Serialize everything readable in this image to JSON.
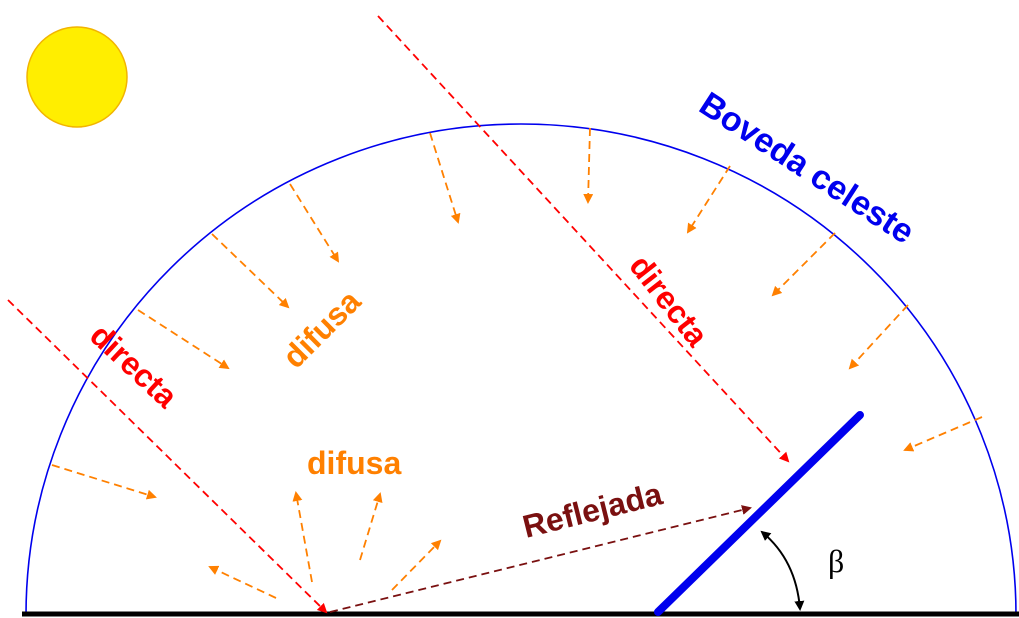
{
  "labels": {
    "dome": "Boveda celeste",
    "direct_upper": "directa",
    "direct_left": "directa",
    "diffuse_upper": "difusa",
    "diffuse_lower": "difusa",
    "reflected": "Reflejada",
    "angle": "β"
  },
  "colors": {
    "sun_fill": "#ffee00",
    "sun_stroke": "#f2b400",
    "dome": "#0000ee",
    "direct": "#ff0000",
    "diffuse": "#ff8000",
    "reflected": "#7a1010",
    "panel": "#0000ee",
    "ground": "#000000"
  },
  "icons": {
    "sun": "sun-icon"
  }
}
